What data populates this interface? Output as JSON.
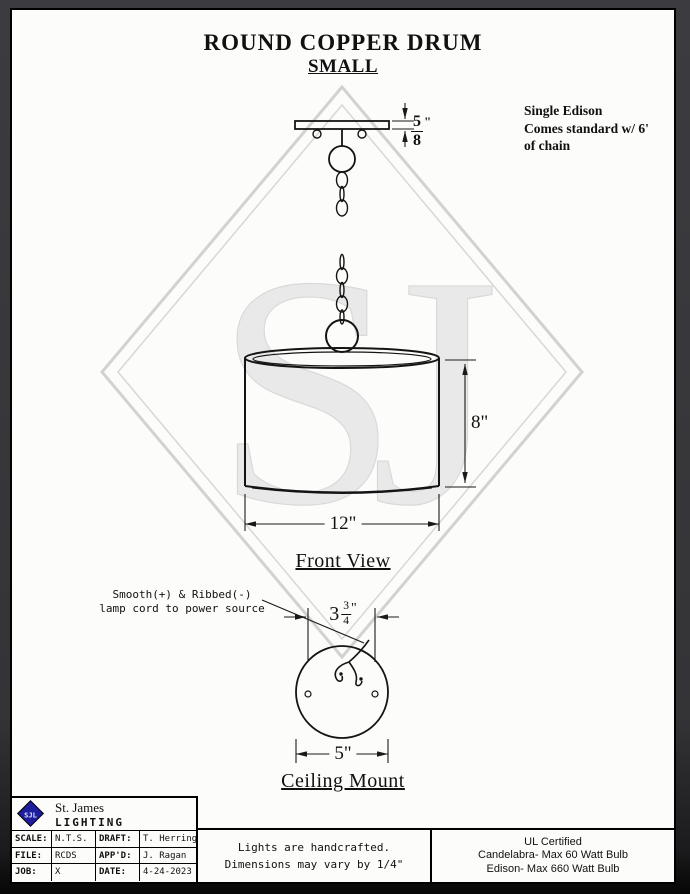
{
  "title": {
    "line1": "ROUND COPPER DRUM",
    "line2": "SMALL"
  },
  "note": {
    "line1": "Single Edison",
    "line2": "Comes standard w/ 6'",
    "line3": "of chain"
  },
  "watermark": "SJ",
  "front_view": {
    "label": "Front View",
    "dims": {
      "plate_thickness": {
        "num": "5",
        "den": "8",
        "unit": "\""
      },
      "height": "8\"",
      "width": "12\""
    }
  },
  "ceiling_mount": {
    "label": "Ceiling Mount",
    "annotation": {
      "line1": "Smooth(+) & Ribbed(-)",
      "line2": "lamp cord to power source"
    },
    "dims": {
      "hole_spacing": {
        "whole": "3",
        "num": "3",
        "den": "4",
        "unit": "\""
      },
      "diameter": "5\""
    }
  },
  "titleblock": {
    "company": {
      "name": "St. James",
      "division": "LIGHTING",
      "logo": "SJL"
    },
    "fields": [
      {
        "label": "SCALE:",
        "value": "N.T.S."
      },
      {
        "label": "DRAFT:",
        "value": "T. Herring"
      },
      {
        "label": "FILE:",
        "value": "RCDS"
      },
      {
        "label": "APP'D:",
        "value": "J. Ragan"
      },
      {
        "label": "JOB:",
        "value": "X"
      },
      {
        "label": "DATE:",
        "value": "4-24-2023"
      }
    ],
    "center_note": {
      "line1": "Lights are handcrafted.",
      "line2": "Dimensions may vary by 1/4\""
    },
    "certification": {
      "line1": "UL Certified",
      "line2": "Candelabra- Max 60 Watt Bulb",
      "line3": "Edison- Max 660 Watt Bulb"
    }
  },
  "colors": {
    "line": "#141414",
    "sheet": "#fcfcfa",
    "watermark": "#e7e7e7",
    "logo_blue": "#1d1d9e",
    "frame": "#343437"
  }
}
